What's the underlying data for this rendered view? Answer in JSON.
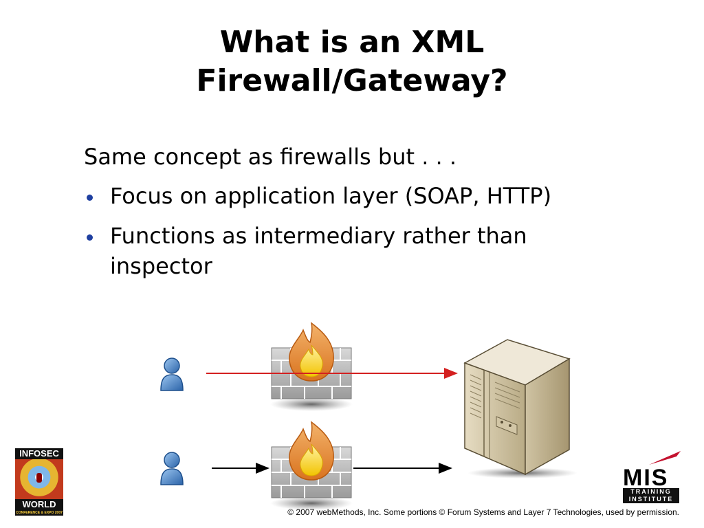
{
  "slide": {
    "title_line1": "What is an XML",
    "title_line2": "Firewall/Gateway?",
    "intro": "Same concept as firewalls but . . .",
    "bullets": [
      "Focus on application layer (SOAP, HTTP)",
      "Functions as intermediary rather than inspector"
    ],
    "footer": "© 2007 webMethods, Inc.  Some portions © Forum Systems and Layer 7 Technologies, used by permission."
  },
  "logos": {
    "infosec_top": "INFOSEC",
    "infosec_bottom": "WORLD",
    "infosec_sub": "CONFERENCE & EXPO 2007",
    "mis_main": "MIS",
    "mis_sub": "TRAINING INSTITUTE"
  },
  "colors": {
    "bullet": "#1f3fa0",
    "user_icon": "#3b78c0",
    "pass_through_arrow": "#d42020",
    "intermediary_arrow": "#000000",
    "server": "#d8cdb1"
  },
  "icons": {
    "user": "user-icon",
    "firewall": "firewall-icon",
    "server": "server-icon"
  }
}
